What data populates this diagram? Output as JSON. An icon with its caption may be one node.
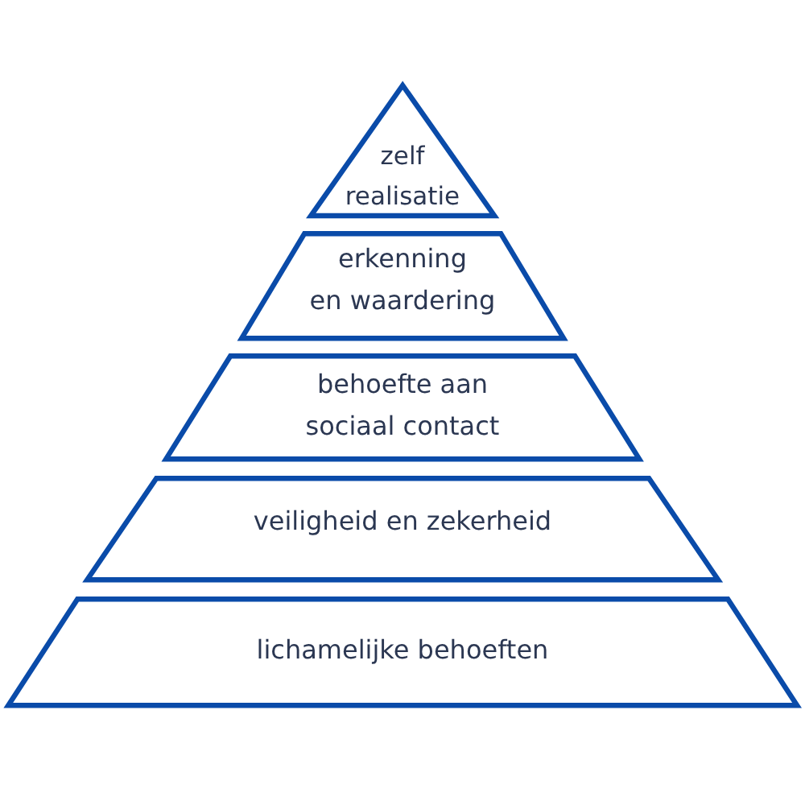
{
  "diagram": {
    "nodes": [
      {
        "text": [
          "zelf realisatie"
        ]
      },
      {
        "text": [
          "erkenning en waardering"
        ]
      },
      {
        "text": [
          "behoefte aan sociaal contact"
        ]
      },
      {
        "text": [
          "veiligheid en zekerheid"
        ]
      },
      {
        "text": [
          "lichamelijke behoeften"
        ]
      }
    ]
  }
}
